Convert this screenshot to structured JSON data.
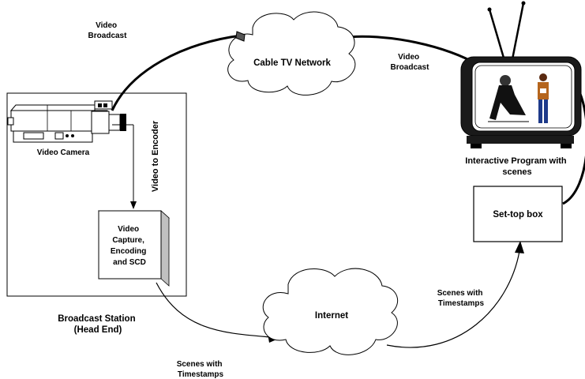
{
  "labels": {
    "video_broadcast_top": [
      "Video",
      "Broadcast"
    ],
    "video_broadcast_right": [
      "Video",
      "Broadcast"
    ],
    "cable_tv_network": "Cable TV Network",
    "video_camera": "Video Camera",
    "video_to_encoder": "Video to Encoder",
    "encoder_box": [
      "Video",
      "Capture,",
      "Encoding",
      "and SCD"
    ],
    "broadcast_station": [
      "Broadcast Station",
      "(Head End)"
    ],
    "internet": "Internet",
    "scenes_bottom": [
      "Scenes with",
      "Timestamps"
    ],
    "scenes_right": [
      "Scenes with",
      "Timestamps"
    ],
    "interactive_program": [
      "Interactive Program with",
      "scenes"
    ],
    "set_top_box": "Set-top box"
  }
}
